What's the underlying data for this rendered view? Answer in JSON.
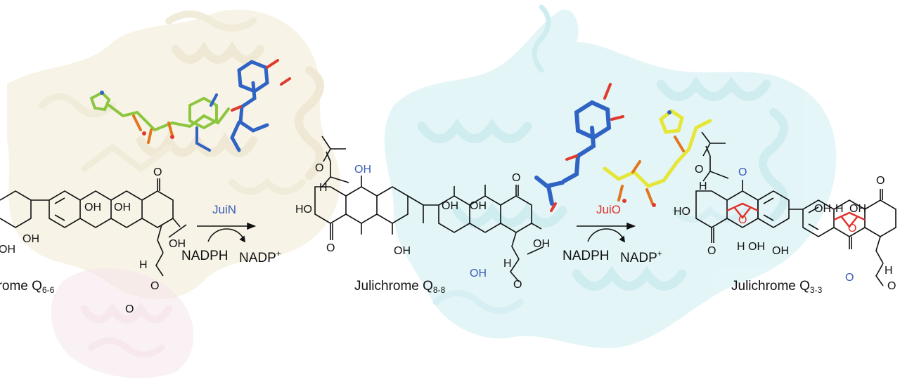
{
  "colors": {
    "protein_left": "#ede6cf",
    "protein_left_lower": "#f3dfe6",
    "protein_right": "#bfe6ea",
    "ligand_blue": "#2f63c4",
    "ligand_green": "#8cc63f",
    "ligand_yellow": "#e6e638",
    "ligand_orange": "#e0771f",
    "ligand_red": "#e03a2f",
    "juin_text": "#3b5cb8",
    "juio_text": "#e0302a",
    "epoxide_red": "#e0302a",
    "oxygen_blue": "#3b5cb8"
  },
  "compounds": {
    "left": {
      "name": "Julichrome Q",
      "subscript": "6-6"
    },
    "middle": {
      "name": "Julichrome Q",
      "subscript": "8-8"
    },
    "right": {
      "name": "Julichrome Q",
      "subscript": "3-3"
    }
  },
  "reactions": {
    "step1": {
      "enzyme": "JuiN",
      "cofactor_in": "NADPH",
      "cofactor_out": "NADP",
      "charge": "+"
    },
    "step2": {
      "enzyme": "JuiO",
      "cofactor_in": "NADPH",
      "cofactor_out": "NADP",
      "charge": "+"
    }
  },
  "atoms": {
    "oh": "OH",
    "ho": "HO",
    "o": "O",
    "h": "H"
  }
}
